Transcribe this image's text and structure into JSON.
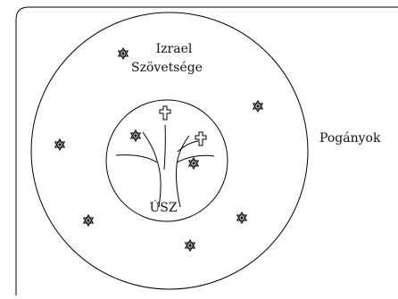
{
  "diagram": {
    "outer_label": "Pogányok",
    "middle_label_line1": "Izrael",
    "middle_label_line2": "Szövetsége",
    "inner_label": "ÚSZ",
    "star_icon": "star-of-david-icon",
    "cross_icon": "cross-icon",
    "line_color": "#000000",
    "background_color": "#ffffff"
  }
}
